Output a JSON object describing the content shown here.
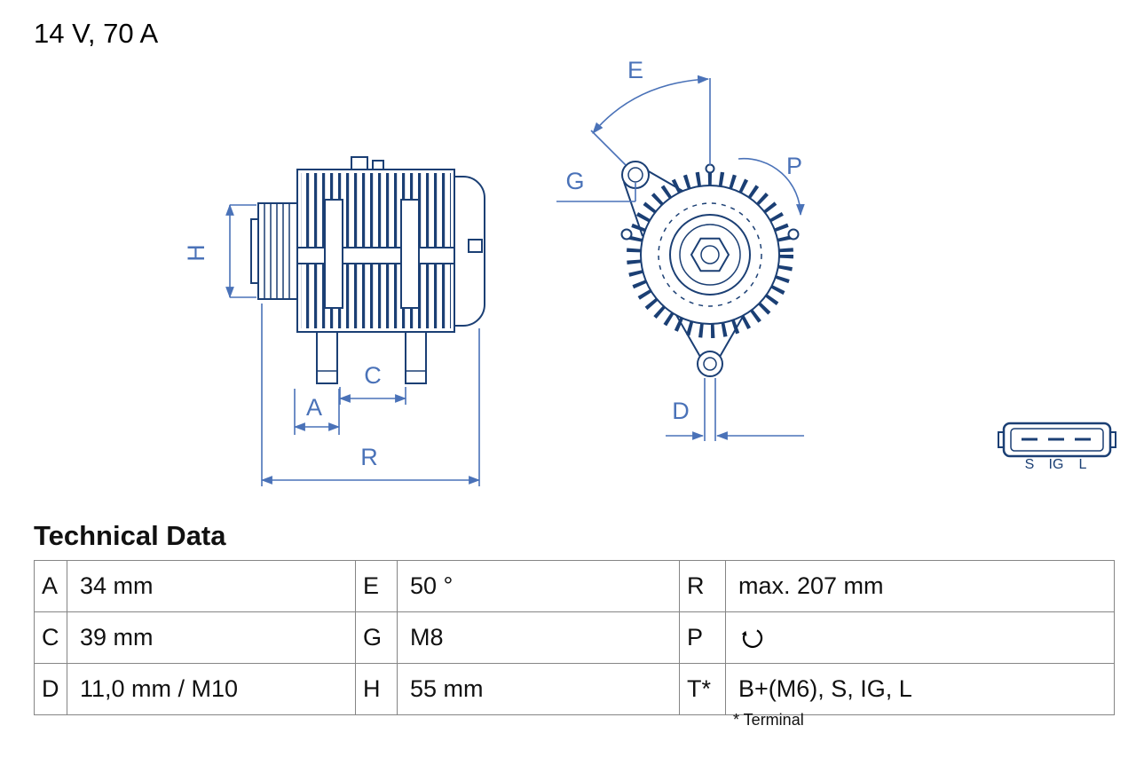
{
  "product": {
    "rating": "14 V, 70 A"
  },
  "drawing": {
    "colors": {
      "line": "#1b3f74",
      "dimension": "#4a72b8"
    },
    "side_view": {
      "labels": {
        "H": "H",
        "A": "A",
        "C": "C",
        "R": "R"
      }
    },
    "front_view": {
      "labels": {
        "E": "E",
        "G": "G",
        "P": "P",
        "D": "D"
      }
    },
    "connector": {
      "pins": [
        "S",
        "IG",
        "L"
      ]
    }
  },
  "technical_data": {
    "heading": "Technical Data",
    "rows": [
      {
        "cells": [
          {
            "key": "A",
            "value": "34 mm"
          },
          {
            "key": "E",
            "value": "50 °"
          },
          {
            "key": "R",
            "value": "max. 207 mm"
          }
        ]
      },
      {
        "cells": [
          {
            "key": "C",
            "value": "39 mm"
          },
          {
            "key": "G",
            "value": "M8"
          },
          {
            "key": "P",
            "value": "",
            "icon": "rotation-cw-icon"
          }
        ]
      },
      {
        "cells": [
          {
            "key": "D",
            "value": "11,0 mm / M10"
          },
          {
            "key": "H",
            "value": "55 mm"
          },
          {
            "key": "T*",
            "value": "B+(M6), S, IG, L"
          }
        ]
      }
    ],
    "footnote": "* Terminal"
  }
}
